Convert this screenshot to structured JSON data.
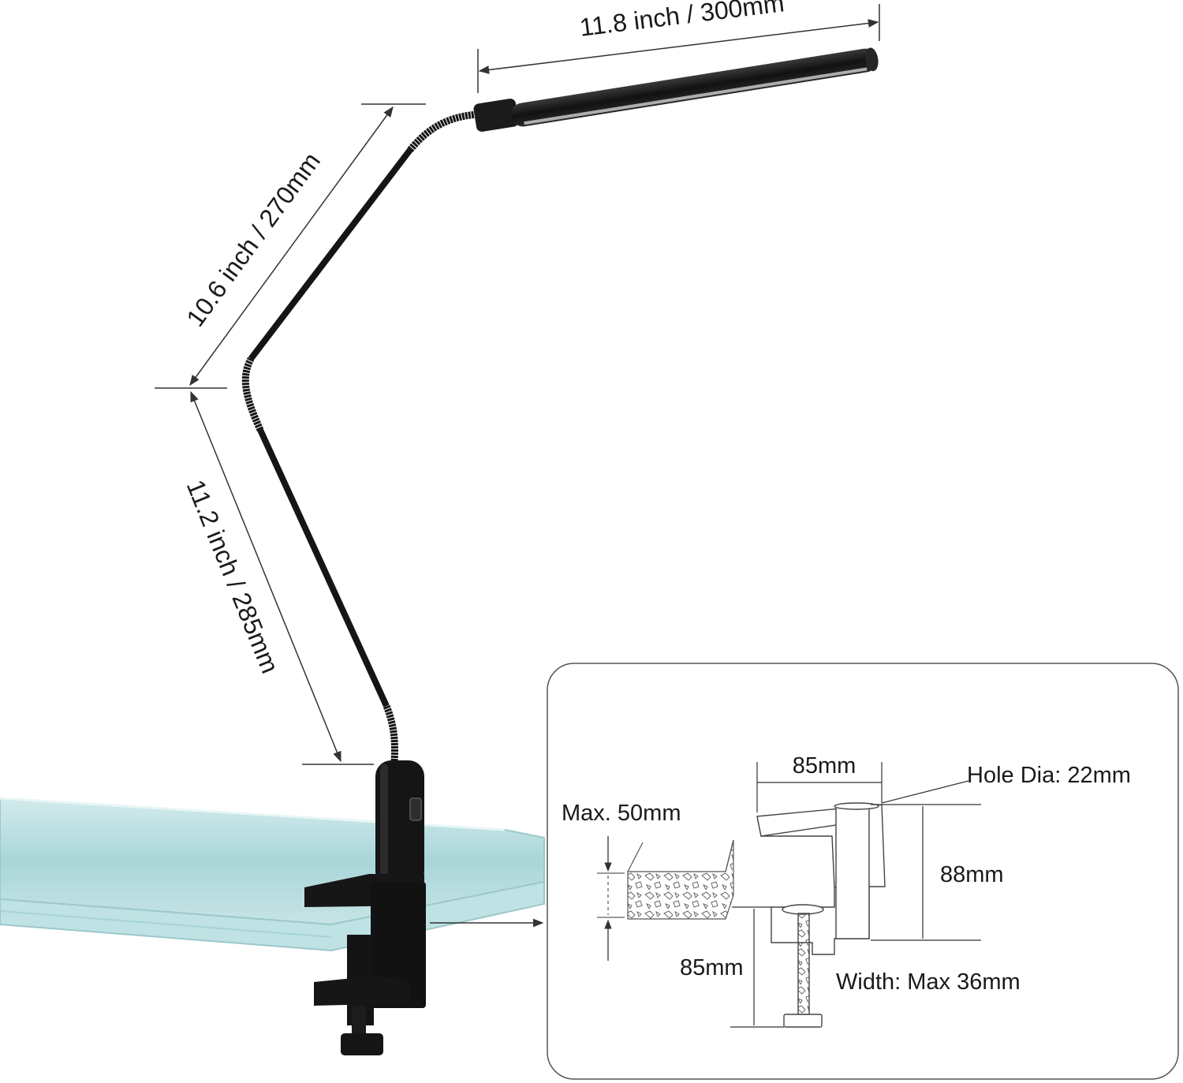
{
  "diagram": {
    "dimensions": {
      "head_length": "11.8 inch / 300mm",
      "upper_arm_length": "10.6 inch / 270mm",
      "lower_arm_length": "11.2 inch / 285mm"
    },
    "clamp_detail": {
      "max_thickness": "Max. 50mm",
      "top_width": "85mm",
      "hole_diameter": "Hole Dia: 22mm",
      "height": "88mm",
      "screw_depth": "85mm",
      "width": "Width: Max 36mm"
    },
    "colors": {
      "lamp_body": "#141414",
      "glass": "#b9dfe2",
      "glass_edge": "#8fc9cc",
      "line": "#333333",
      "panel_border": "#555555"
    }
  }
}
